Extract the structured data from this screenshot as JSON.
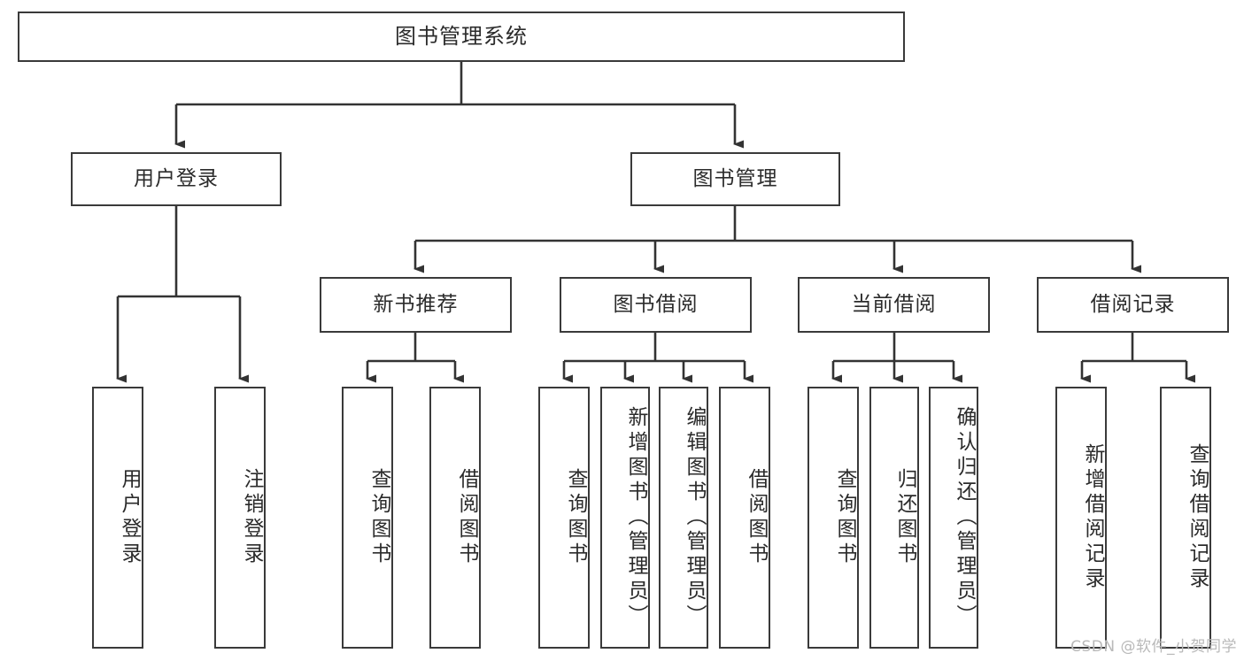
{
  "diagram": {
    "title": "图书管理系统",
    "type": "tree-hierarchy-chart",
    "colors": {
      "box_border": "#3a3a3a",
      "box_fill": "#ffffff",
      "edge": "#333333",
      "text": "#2b2b2b",
      "watermark": "#b9b9b9",
      "background": "#ffffff"
    },
    "root": {
      "label": "图书管理系统"
    },
    "level2": [
      {
        "label": "用户登录"
      },
      {
        "label": "图书管理"
      }
    ],
    "level3": [
      {
        "label": "新书推荐"
      },
      {
        "label": "图书借阅"
      },
      {
        "label": "当前借阅"
      },
      {
        "label": "借阅记录"
      }
    ],
    "leaves": {
      "user_login": [
        {
          "label": "用户登录"
        },
        {
          "label": "注销登录"
        }
      ],
      "new_book_recommend": [
        {
          "label": "查询图书"
        },
        {
          "label": "借阅图书"
        }
      ],
      "book_borrow": [
        {
          "label": "查询图书"
        },
        {
          "label": "新增图书（管理员）"
        },
        {
          "label": "编辑图书（管理员）"
        },
        {
          "label": "借阅图书"
        }
      ],
      "current_borrow": [
        {
          "label": "查询图书"
        },
        {
          "label": "归还图书"
        },
        {
          "label": "确认归还（管理员）"
        }
      ],
      "borrow_record": [
        {
          "label": "新增借阅记录"
        },
        {
          "label": "查询借阅记录"
        }
      ]
    }
  },
  "watermark": {
    "text": "CSDN @软件_小贺同学"
  }
}
